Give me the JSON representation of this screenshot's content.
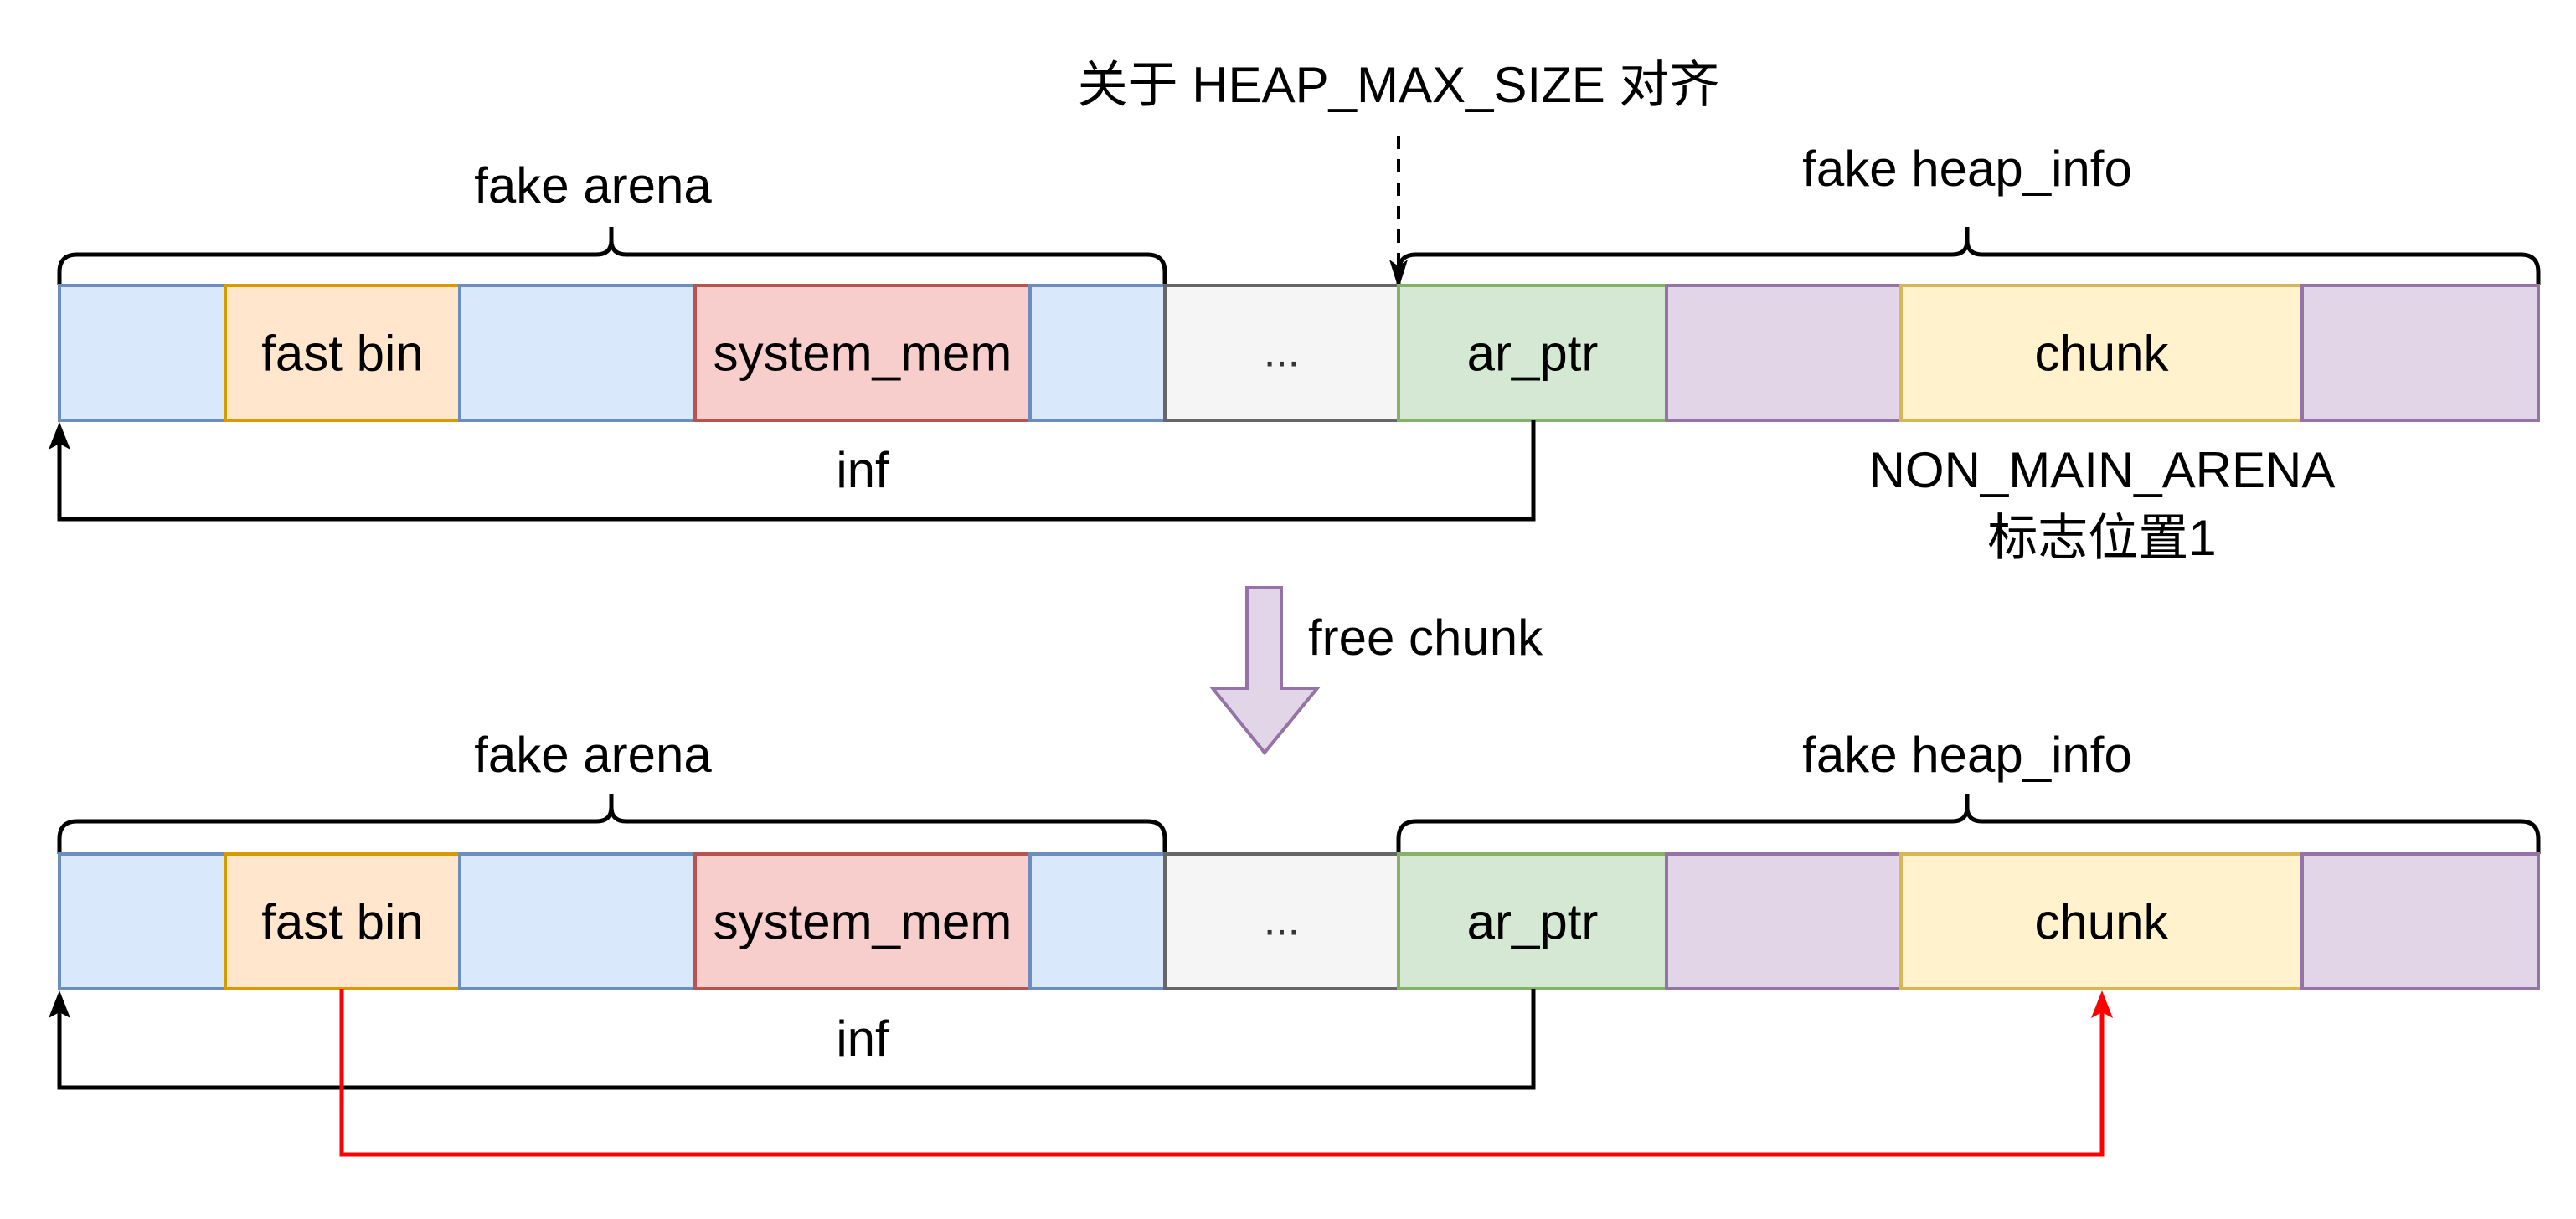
{
  "title": "关于 HEAP_MAX_SIZE 对齐",
  "transition": {
    "label": "free chunk",
    "icon": "block-arrow-down-icon"
  },
  "colors": {
    "blue_fill": "#dae8fc",
    "blue_stroke": "#6c8ebf",
    "orange_fill": "#ffe6cc",
    "orange_stroke": "#d79b00",
    "red_fill": "#f8cecc",
    "red_stroke": "#b85450",
    "gray_fill": "#f5f5f5",
    "gray_stroke": "#666666",
    "green_fill": "#d5e8d4",
    "green_stroke": "#82b366",
    "purple_fill": "#e1d5e7",
    "purple_stroke": "#9673a6",
    "yellow_fill": "#fff2cc",
    "yellow_stroke": "#d6b656",
    "highlight_edge": "#ff0000"
  },
  "states": [
    {
      "name": "before",
      "groups": {
        "arena": "fake arena",
        "heap_info": "fake heap_info"
      },
      "cells": [
        {
          "label": "",
          "style": "blue"
        },
        {
          "label": "fast bin",
          "style": "orange"
        },
        {
          "label": "",
          "style": "blue"
        },
        {
          "label": "system_mem",
          "style": "red"
        },
        {
          "label": "",
          "style": "blue"
        },
        {
          "label": "...",
          "style": "gray"
        },
        {
          "label": "ar_ptr",
          "style": "green"
        },
        {
          "label": "",
          "style": "purple"
        },
        {
          "label": "chunk",
          "style": "yellow"
        },
        {
          "label": "",
          "style": "purple"
        }
      ],
      "edges": [
        {
          "from": "ar_ptr",
          "to": "fake arena",
          "label": "inf"
        }
      ],
      "annotation": [
        "NON_MAIN_ARENA",
        "标志位置1"
      ]
    },
    {
      "name": "after",
      "groups": {
        "arena": "fake arena",
        "heap_info": "fake heap_info"
      },
      "cells": [
        {
          "label": "",
          "style": "blue"
        },
        {
          "label": "fast bin",
          "style": "orange"
        },
        {
          "label": "",
          "style": "blue"
        },
        {
          "label": "system_mem",
          "style": "red"
        },
        {
          "label": "",
          "style": "blue"
        },
        {
          "label": "...",
          "style": "gray"
        },
        {
          "label": "ar_ptr",
          "style": "green"
        },
        {
          "label": "",
          "style": "purple"
        },
        {
          "label": "chunk",
          "style": "yellow"
        },
        {
          "label": "",
          "style": "purple"
        }
      ],
      "edges": [
        {
          "from": "ar_ptr",
          "to": "fake arena",
          "label": "inf"
        },
        {
          "from": "fast bin",
          "to": "chunk",
          "label": ""
        }
      ]
    }
  ]
}
